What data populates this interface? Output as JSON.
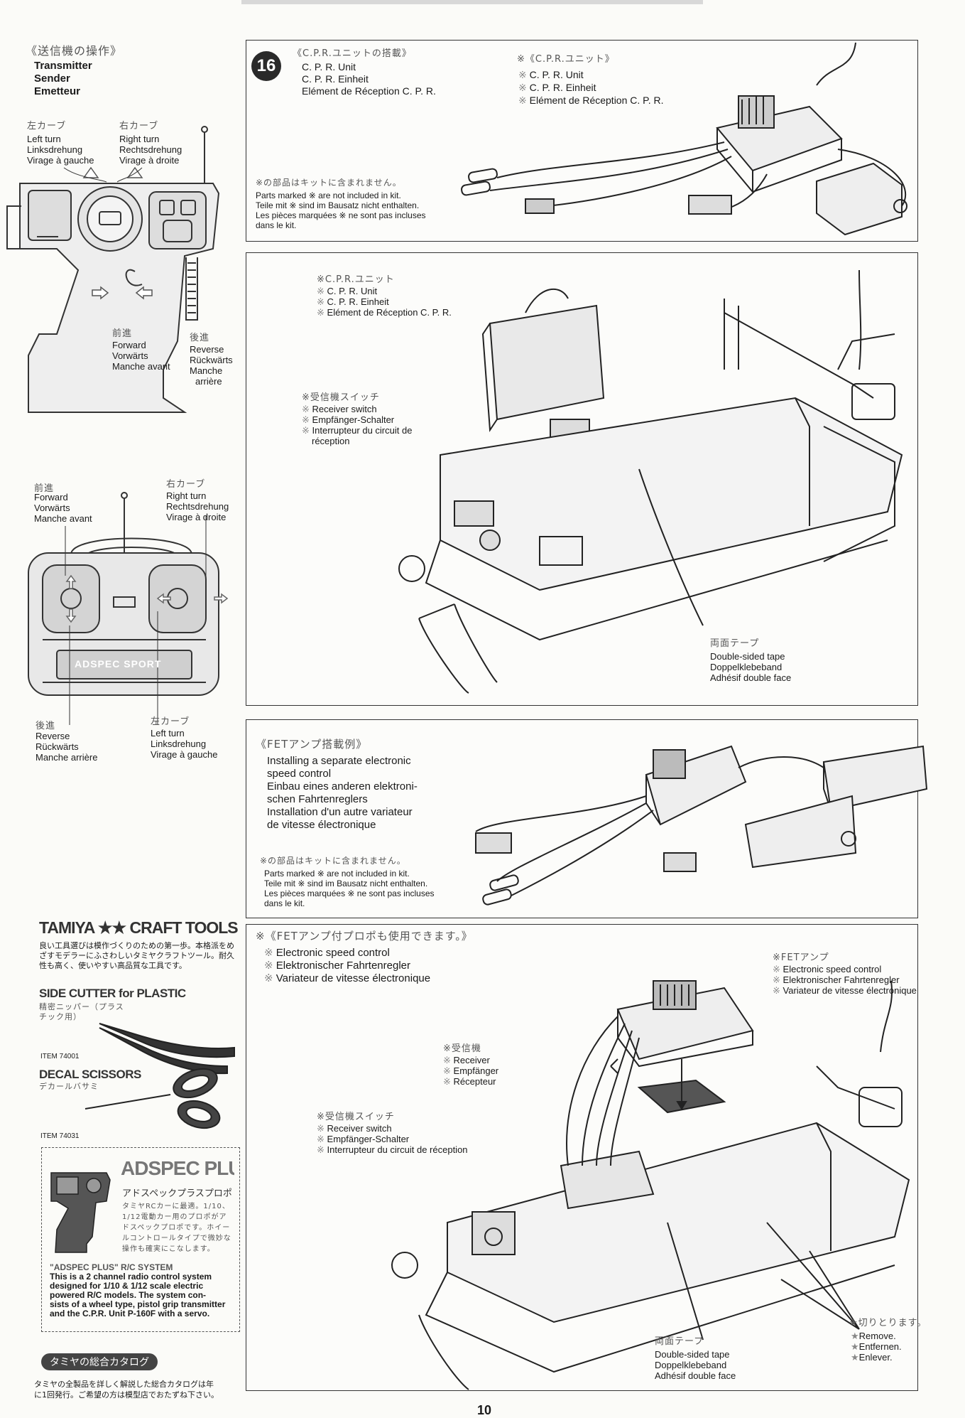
{
  "transmitter": {
    "jp_title": "《送信機の操作》",
    "title_lines": [
      "Transmitter",
      "Sender",
      "Emetteur"
    ],
    "left_turn_jp": "左カーブ",
    "left_turn": [
      "Left turn",
      "Linksdrehung",
      "Virage à gauche"
    ],
    "right_turn_jp": "右カーブ",
    "right_turn": [
      "Right turn",
      "Rechtsdrehung",
      "Virage à droite"
    ],
    "forward_jp": "前進",
    "forward": [
      "Forward",
      "Vorwärts",
      "Manche avant"
    ],
    "reverse_jp": "後進",
    "reverse": [
      "Reverse",
      "Rückwärts",
      "Manche",
      "arrière"
    ],
    "forward2_jp": "前進",
    "forward2": [
      "Forward",
      "Vorwärts",
      "Manche avant"
    ],
    "right_turn2_jp": "右カーブ",
    "right_turn2": [
      "Right turn",
      "Rechtsdrehung",
      "Virage à droite"
    ],
    "reverse2_jp": "後進",
    "reverse2": [
      "Reverse",
      "Rückwärts",
      "Manche arrière"
    ],
    "left_turn2_jp": "左カーブ",
    "left_turn2": [
      "Left turn",
      "Linksdrehung",
      "Virage à gauche"
    ],
    "brand_on_tx": "ADSPEC SPORT"
  },
  "step16": {
    "number": "16",
    "jp_title": "《C.P.R.ユニットの搭載》",
    "title_lines": [
      "C. P. R. Unit",
      "C. P. R. Einheit",
      "Elément de Réception C. P. R."
    ],
    "cpr_jp": "※《C.P.R.ユニット》",
    "cpr_lines": [
      "C. P. R. Unit",
      "C. P. R. Einheit",
      "Elément de Réception C. P. R."
    ],
    "not_incl_jp": "※の部品はキットに含まれません。",
    "not_incl_lines": [
      "Parts marked ※ are not included in kit.",
      "Teile mit ※ sind im Bausatz nicht enthalten.",
      "Les pièces marquées ※ ne sont pas incluses",
      "dans le kit."
    ]
  },
  "assembly1": {
    "cpr_jp": "※C.P.R.ユニット",
    "cpr_lines": [
      "C. P. R. Unit",
      "C. P. R. Einheit",
      "Elément de Réception C. P. R."
    ],
    "switch_jp": "※受信機スイッチ",
    "switch_lines": [
      "Receiver switch",
      "Empfänger-Schalter",
      "Interrupteur du circuit de",
      "réception"
    ],
    "tape_jp": "両面テープ",
    "tape_lines": [
      "Double-sided tape",
      "Doppelklebeband",
      "Adhésif double face"
    ]
  },
  "fet": {
    "jp_title": "《FETアンプ搭載例》",
    "title_lines": [
      "Installing a separate electronic",
      "speed control",
      "Einbau eines anderen elektroni-",
      "schen Fahrtenreglers",
      "Installation d'un autre variateur",
      "de vitesse électronique"
    ],
    "not_incl_jp": "※の部品はキットに含まれません。",
    "not_incl_lines": [
      "Parts marked ※ are not included in kit.",
      "Teile mit ※ sind im Bausatz nicht enthalten.",
      "Les pièces marquées ※ ne sont pas incluses",
      "dans le kit."
    ]
  },
  "assembly2": {
    "jp_title": "※《FETアンプ付プロポも使用できます。》",
    "esc_lines": [
      "Electronic speed control",
      "Elektronischer Fahrtenregler",
      "Variateur de vitesse électronique"
    ],
    "fet_jp": "※FETアンプ",
    "fet_lines": [
      "Electronic speed control",
      "Elektronischer Fahrtenregler",
      "Variateur de vitesse électronique"
    ],
    "receiver_jp": "※受信機",
    "receiver_lines": [
      "Receiver",
      "Empfänger",
      "Récepteur"
    ],
    "switch_jp": "※受信機スイッチ",
    "switch_lines": [
      "Receiver switch",
      "Empfänger-Schalter",
      "Interrupteur du circuit de réception"
    ],
    "tape_jp": "両面テープ",
    "tape_lines": [
      "Double-sided tape",
      "Doppelklebeband",
      "Adhésif double face"
    ],
    "cut_jp": "★切りとります。",
    "cut_lines": [
      "Remove.",
      "Entfernen.",
      "Enlever."
    ]
  },
  "craft_tools": {
    "logo": "TAMIYA ★★ CRAFT TOOLS",
    "desc_jp": "良い工具選びは模作づくりのための第一歩。本格派をめざすモデラーにふさわしいタミヤクラフトツール。耐久性も高く、使いやすい高品質な工具です。",
    "item1_title": "SIDE CUTTER for PLASTIC",
    "item1_jp": "精密ニッパー（プラスチック用）",
    "item1_no": "ITEM 74001",
    "item2_title": "DECAL SCISSORS",
    "item2_jp": "デカールバサミ",
    "item2_no": "ITEM 74031"
  },
  "adspec_ad": {
    "logo": "ADSPEC PLUS",
    "jp_name": "アドスペックプラスプロポ",
    "jp_desc": "タミヤRCカーに最適。1/10、1/12電動カー用のプロポがアドスペックプロポです。ホイールコントロールタイプで微妙な操作も確実にこなします。",
    "title": "\"ADSPEC PLUS\" R/C SYSTEM",
    "desc_lines": [
      "This is a 2 channel radio control system",
      "designed for 1/10 & 1/12 scale electric",
      "powered R/C models. The system con-",
      "sists of a wheel type, pistol grip transmitter",
      "and the C.P.R. Unit P-160F with a servo."
    ]
  },
  "catalog": {
    "badge": "タミヤの総合カタログ",
    "text_lines": [
      "タミヤの全製品を詳しく解説した総合カタログは年",
      "に1回発行。ご希望の方は模型店でおたずね下さい。"
    ]
  },
  "page_number": "10"
}
